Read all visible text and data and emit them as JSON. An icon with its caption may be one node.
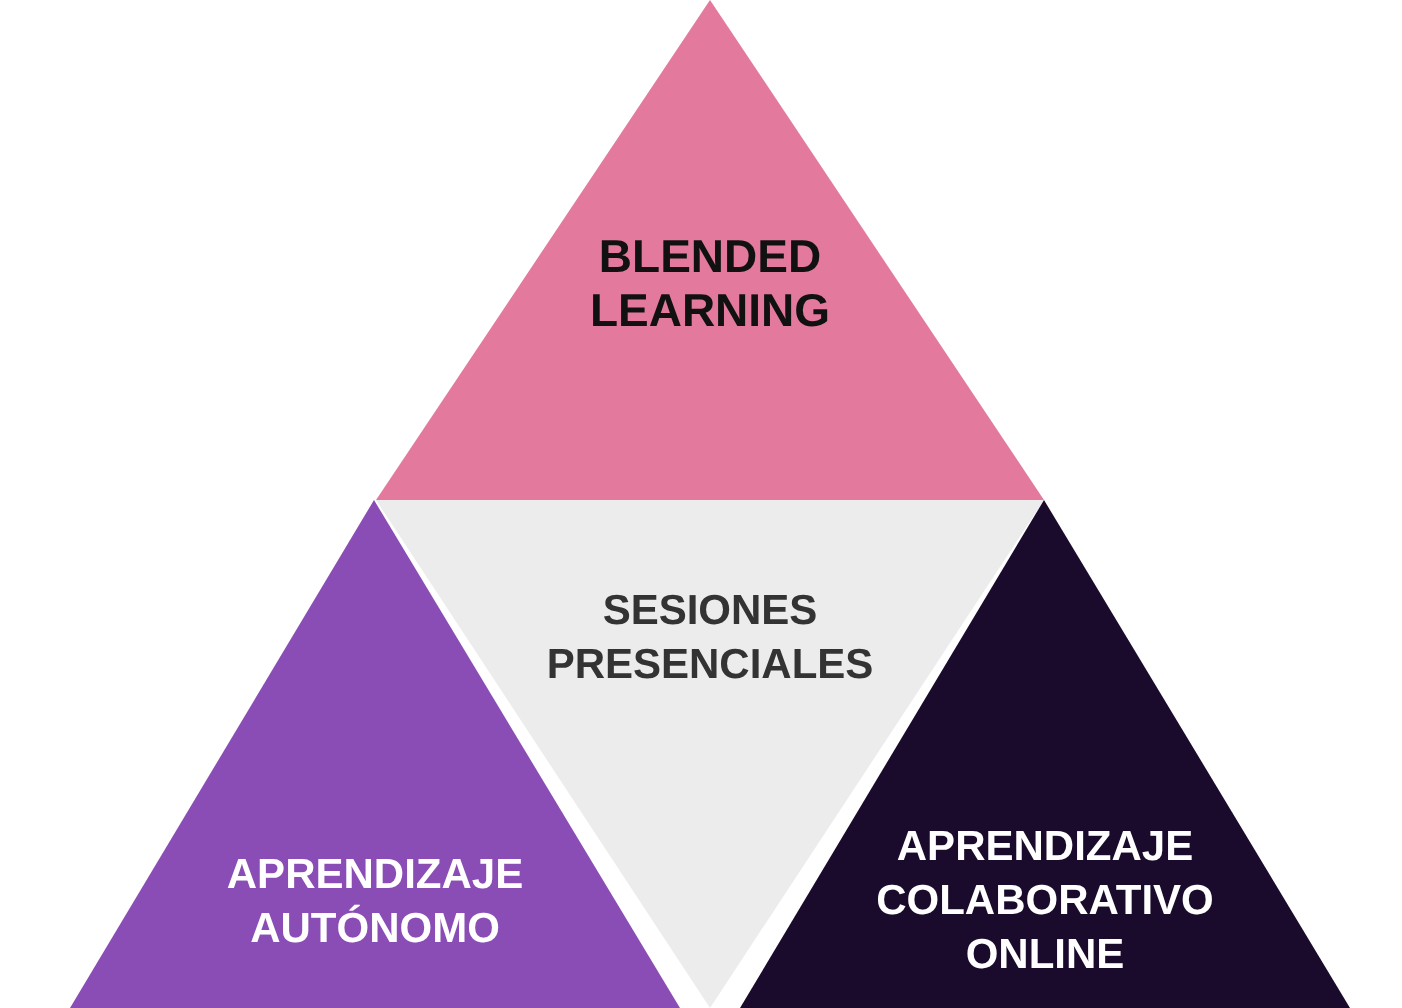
{
  "diagram": {
    "nodes": [
      {
        "text": [
          "BLENDED LEARNING"
        ]
      },
      {
        "text": [
          "SESIONES PRESENCIALES"
        ]
      },
      {
        "text": [
          "APRENDIZAJE AUTÓNOMO"
        ]
      },
      {
        "text": [
          "APRENDIZAJE COLABORATIVO ONLINE"
        ]
      }
    ]
  }
}
